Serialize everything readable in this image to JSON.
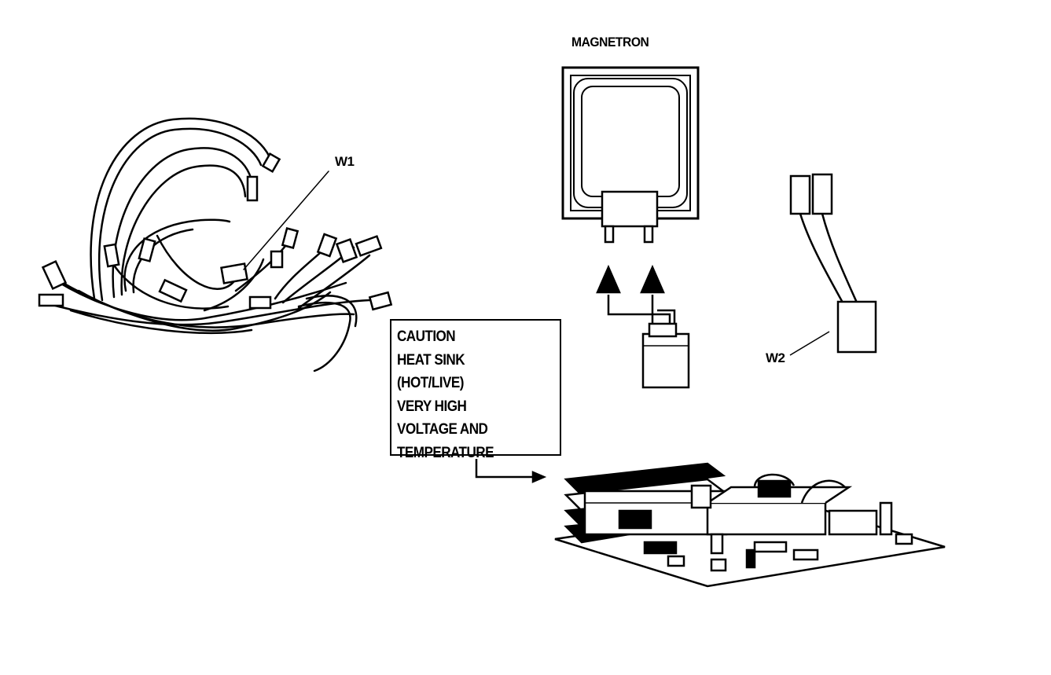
{
  "labels": {
    "magnetron": "MAGNETRON",
    "w1": "W1",
    "w2": "W2"
  },
  "caution": {
    "lines": [
      "CAUTION",
      "HEAT SINK",
      "(HOT/LIVE)",
      "VERY HIGH",
      "VOLTAGE AND",
      "TEMPERATURE"
    ]
  },
  "icons": {
    "harness": "wire-harness-illustration",
    "magnetron": "magnetron-illustration",
    "w2": "lead-wire-illustration",
    "board": "circuit-board-illustration",
    "arrows": "up-arrow-icon"
  }
}
